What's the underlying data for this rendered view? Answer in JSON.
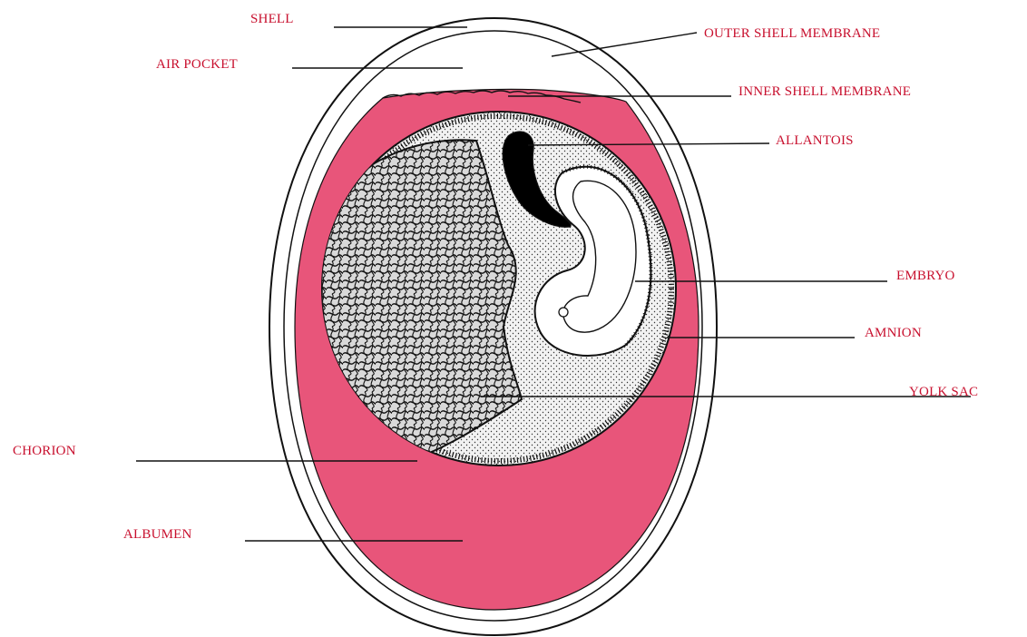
{
  "labels": {
    "shell": "SHELL",
    "outer_shell_membrane": "OUTER SHELL MEMBRANE",
    "air_pocket": "AIR POCKET",
    "inner_shell_membrane": "INNER SHELL MEMBRANE",
    "allantois": "ALLANTOIS",
    "embryo": "EMBRYO",
    "amnion": "AMNION",
    "yolk_sac": "YOLK SAC",
    "chorion": "CHORION",
    "albumen": "ALBUMEN"
  },
  "colors": {
    "label_text": "#c8102e",
    "albumen": "#e8557a",
    "outline": "#111111",
    "yolk_sac_fill": "#e9e9e9",
    "shell": "#ffffff",
    "allantois": "#000000"
  }
}
